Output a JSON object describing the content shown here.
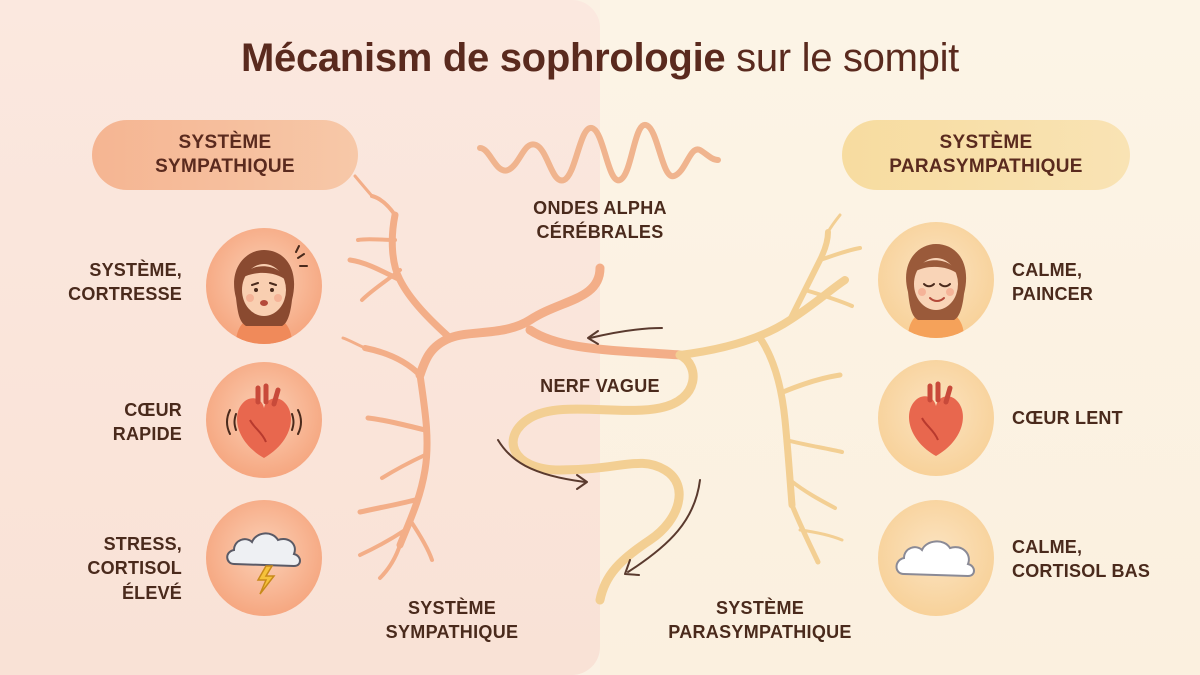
{
  "title": {
    "bold": "Mécanism de sophrologie",
    "rest": " sur le sompit"
  },
  "left_panel": {
    "pill_label": "SYSTÈME\nSYMPATHIQUE",
    "items": [
      {
        "icon": "anxious-face-icon",
        "label": "SYSTÈME,\nCORTRESSE"
      },
      {
        "icon": "racing-heart-icon",
        "label": "CŒUR\nRAPIDE"
      },
      {
        "icon": "storm-cloud-icon",
        "label": "STRESS,\nCORTISOL\nÉLEVÉ"
      }
    ],
    "bottom_label": "SYSTÈME\nSYMPATHIQUE"
  },
  "right_panel": {
    "pill_label": "SYSTÈME\nPARASYMPATHIQUE",
    "items": [
      {
        "icon": "calm-face-icon",
        "label": "CALME,\nPAINCER"
      },
      {
        "icon": "heart-icon",
        "label": "CŒUR LENT"
      },
      {
        "icon": "cloud-icon",
        "label": "CALME,\nCORTISOL BAS"
      }
    ],
    "bottom_label": "SYSTÈME\nPARASYMPATHIQUE"
  },
  "center": {
    "wave_label": "ONDES ALPHA\nCÉRÉBRALES",
    "nerve_label": "NERF VAGUE"
  },
  "colors": {
    "left_accent": "#f5b592",
    "right_accent": "#f7dca0",
    "nerve_left": "#f3ae88",
    "nerve_right": "#f3cf93",
    "text": "#4a2a1c"
  }
}
